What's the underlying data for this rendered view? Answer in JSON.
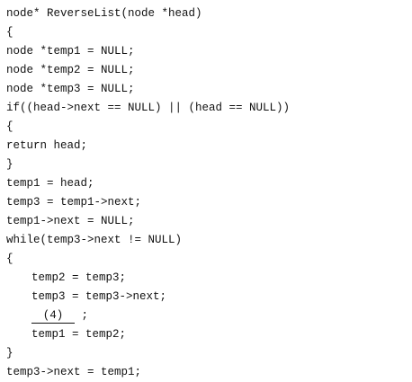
{
  "code_lines": [
    "node* ReverseList(node *head)",
    "{",
    "node *temp1 = NULL;",
    "node *temp2 = NULL;",
    "node *temp3 = NULL;",
    "if((head->next == NULL) || (head == NULL))",
    "{",
    "return head;",
    "}",
    "temp1 = head;",
    "temp3 = temp1->next;",
    "temp1->next = NULL;",
    "while(temp3->next != NULL)",
    "{",
    "temp2 = temp3;",
    "temp3 = temp3->next;",
    "(4)",
    "temp1 = temp2;",
    "}",
    "temp3->next = temp1;"
  ],
  "blank_suffix": ";"
}
